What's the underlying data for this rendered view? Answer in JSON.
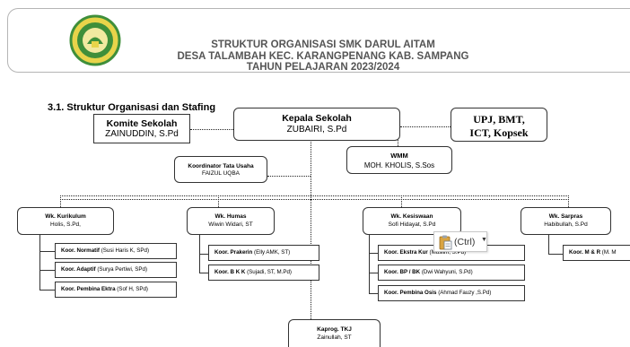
{
  "header": {
    "line1": "STRUKTUR ORGANISASI SMK DARUL AITAM",
    "line2": "DESA TALAMBAH KEC. KARANGPENANG KAB. SAMPANG",
    "line3": "TAHUN PELAJARAN 2023/2024"
  },
  "section_title": "3.1. Struktur Organisasi dan Stafing",
  "kepala": {
    "title": "Kepala Sekolah",
    "name": "ZUBAIRI, S.Pd"
  },
  "komite": {
    "title": "Komite Sekolah",
    "name": "ZAINUDDIN, S.Pd"
  },
  "upj": {
    "line1": "UPJ, BMT,",
    "line2": "ICT, Kopsek"
  },
  "koordinator": {
    "title": "Koordinator Tata Usaha",
    "name": "FAIZUL UQBA"
  },
  "wmm": {
    "title": "WMM",
    "name": "MOH. KHOLIS, S.Sos"
  },
  "wk_kurikulum": {
    "title": "Wk. Kurikulum",
    "name": "Holis, S.Pd,",
    "items": [
      {
        "role": "Koor. Normatif",
        "person": " (Susi Haris K, SPd)"
      },
      {
        "role": "Koor. Adaptif",
        "person": " (Surya Pertiwi, SPd)"
      },
      {
        "role": "Koor. Pembina Ektra",
        "person": "  (Sof H, SPd)"
      }
    ]
  },
  "wk_humas": {
    "title": "Wk. Humas",
    "name": "Wiwin Widari, ST",
    "items": [
      {
        "role": "Koor. Prakerin",
        "person": " (Elly AMK, ST)"
      },
      {
        "role": "Koor. B K K",
        "person": " (Sujadi, ST, M.Pd)"
      }
    ]
  },
  "wk_kesiswaan": {
    "title": "Wk. Kesiswaan",
    "name": "Sofi Hidayat, S.Pd",
    "items": [
      {
        "role": "Koor. Ekstra Kur",
        "person": " (Muslim, S.Pd)"
      },
      {
        "role": "Koor. BP / BK",
        "person": " (Dwi Wahyuni, S.Pd)"
      },
      {
        "role": "Koor. Pembina Osis",
        "person": " (Ahmad Fauzy ,S.Pd)"
      }
    ]
  },
  "wk_sarpras": {
    "title": "Wk. Sarpras",
    "name": "Habibullah, S.Pd",
    "items": [
      {
        "role": "Koor. M & R",
        "person": " (M. M"
      }
    ]
  },
  "kaprog": {
    "title": "Kaprog. TKJ",
    "name": "Zainullah, ST"
  },
  "paste_popup": {
    "label": "(Ctrl)"
  },
  "colors": {
    "logo_green": "#3f8f3a",
    "logo_yellow": "#e8d44a"
  }
}
